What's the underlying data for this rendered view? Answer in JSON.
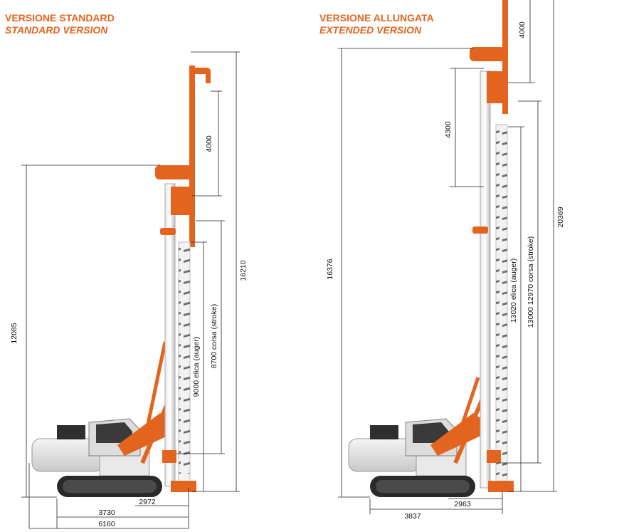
{
  "colors": {
    "accent": "#e3641f",
    "steel": "#cfcfcf",
    "dim_line": "#222222",
    "track": "#2a2a2a"
  },
  "std": {
    "title_it": "VERSIONE STANDARD",
    "title_en": "STANDARD VERSION",
    "dim_height_total": "12085",
    "dim_head_travel": "4000",
    "dim_mast_height": "16210",
    "dim_auger": "9000  elica (auger)",
    "dim_stroke": "8700  corsa (stroke)",
    "dim_offset": "2972",
    "dim_tracks": "3730",
    "dim_length": "6160"
  },
  "ext": {
    "title_it": "VERSIONE ALLUNGATA",
    "title_en": "EXTENDED VERSION",
    "dim_height_total": "16376",
    "dim_head_travel": "4000",
    "dim_top_ext": "4300",
    "dim_mast_height": "20369",
    "dim_auger": "13020  elica (auger)",
    "dim_stroke": "13000  12970  corsa (stroke)",
    "dim_offset": "2963",
    "dim_tracks": "3837"
  }
}
